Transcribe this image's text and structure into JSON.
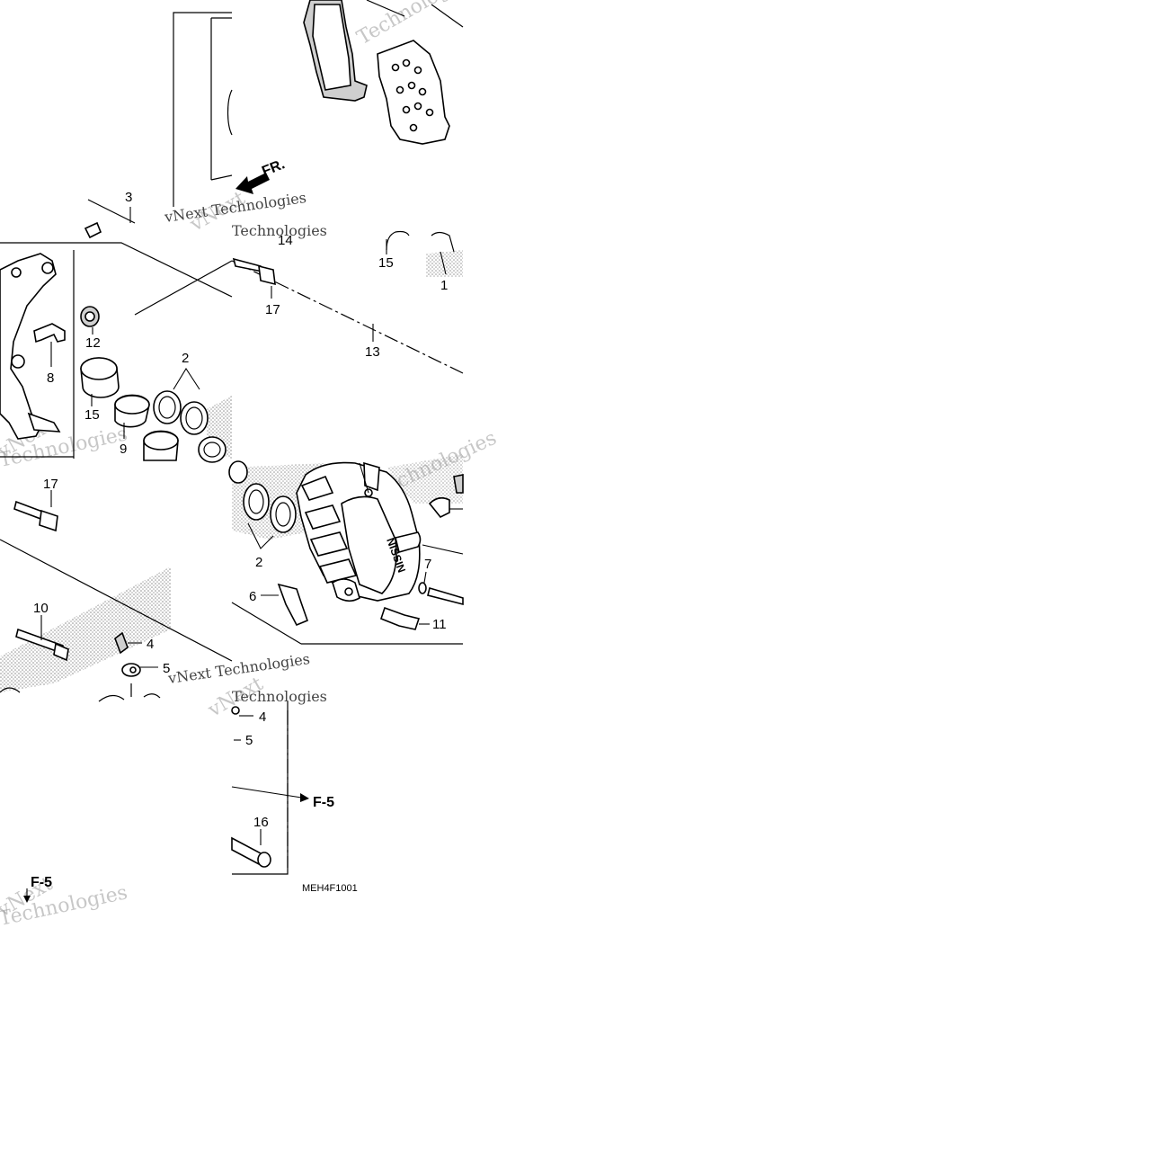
{
  "diagram": {
    "code": "MEH4F1001",
    "front_arrow_label": "FR.",
    "ref_label": "F-5",
    "watermark": {
      "line1": "vNext Technologies",
      "line2": "vNext",
      "line3": "Technologies"
    },
    "callouts": {
      "c1": "1",
      "c2a": "2",
      "c2b": "2",
      "c3": "3",
      "c4a": "4",
      "c4b": "4",
      "c5a": "5",
      "c5b": "5",
      "c6": "6",
      "c7": "7",
      "c8": "8",
      "c9": "9",
      "c10": "10",
      "c11": "11",
      "c12": "12",
      "c13": "13",
      "c14": "14",
      "c15a": "15",
      "c15b": "15",
      "c16": "16",
      "c17a": "17",
      "c17b": "17"
    },
    "caliper_logo": "NISSIN"
  }
}
